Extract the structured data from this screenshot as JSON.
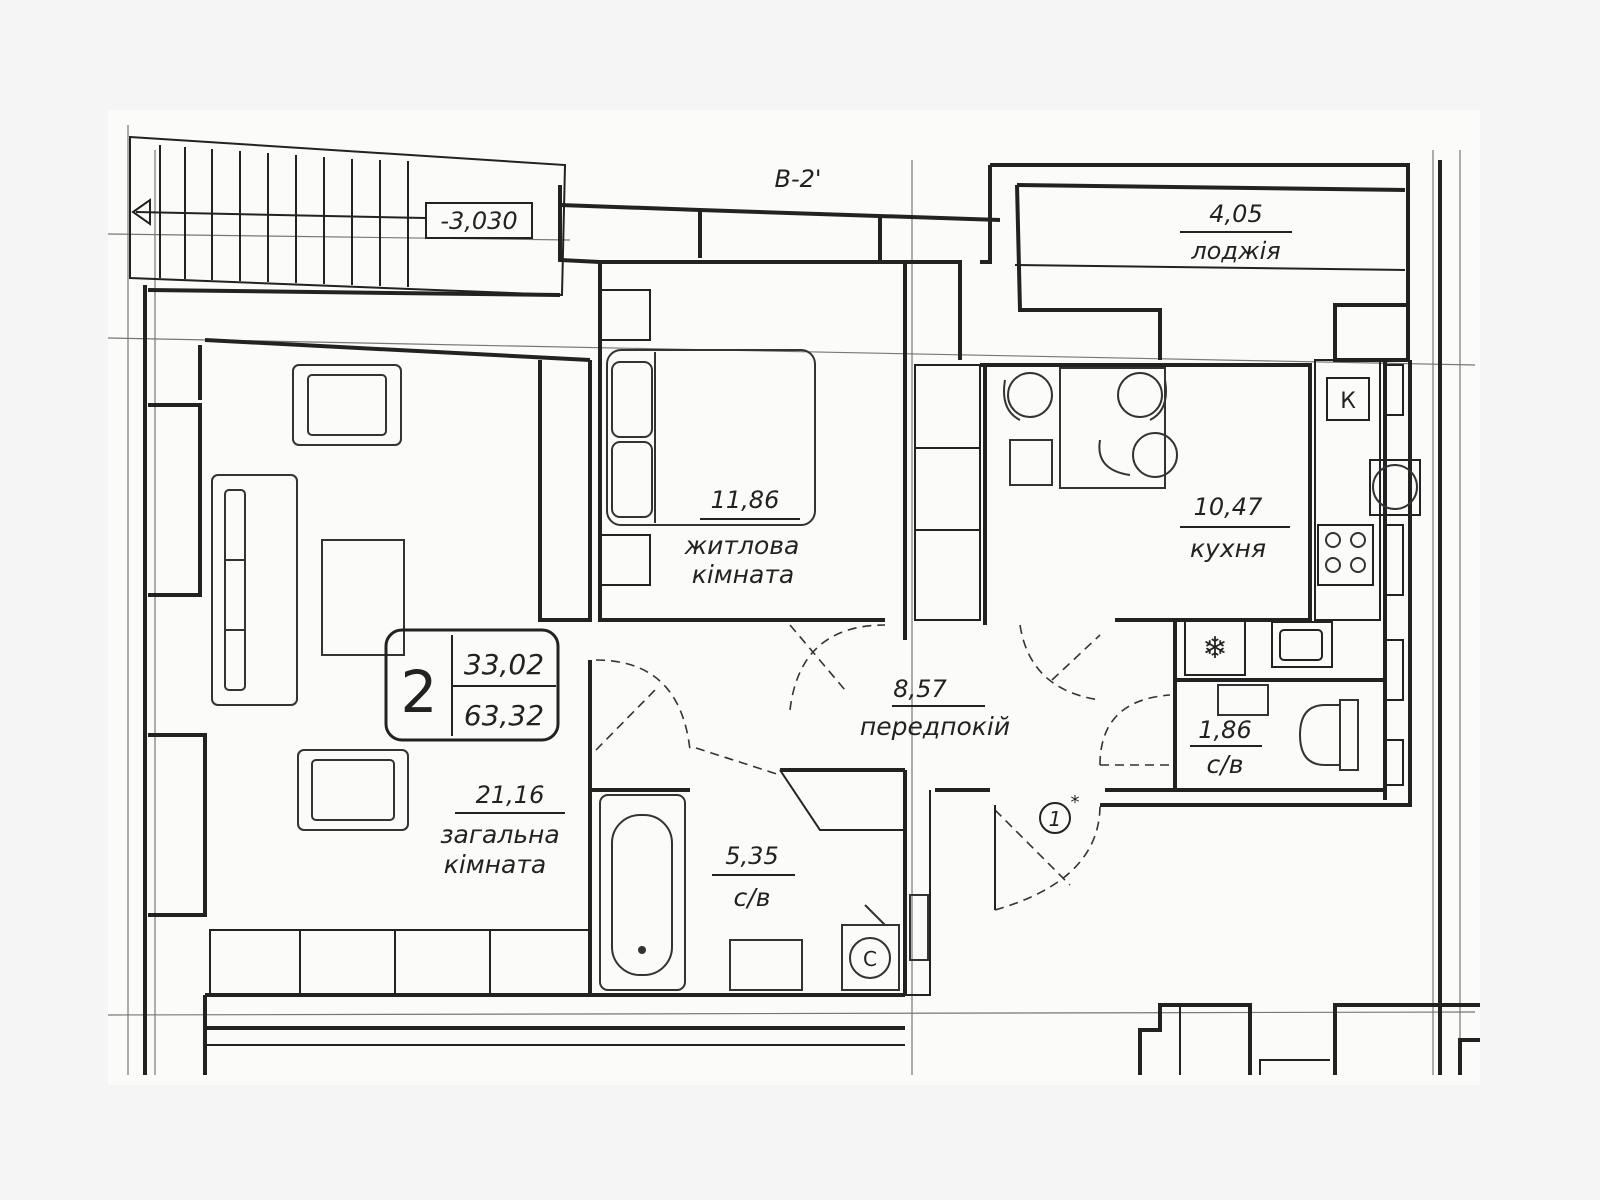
{
  "plan": {
    "axis_label": "В-2'",
    "level_mark": "-3,030",
    "door_marker": "1",
    "door_marker_star": "*"
  },
  "apartment": {
    "room_count": "2",
    "living_area": "33,02",
    "total_area": "63,32"
  },
  "rooms": {
    "loggia": {
      "area": "4,05",
      "name": "лоджія"
    },
    "bedroom": {
      "area": "11,86",
      "name_line1": "житлова",
      "name_line2": "кімната"
    },
    "kitchen": {
      "area": "10,47",
      "name": "кухня"
    },
    "hallway": {
      "area": "8,57",
      "name": "передпокій"
    },
    "living": {
      "area": "21,16",
      "name_line1": "загальна",
      "name_line2": "кімната"
    },
    "bath_main": {
      "area": "5,35",
      "name": "с/в"
    },
    "bath_small": {
      "area": "1,86",
      "name": "с/в"
    }
  },
  "icons": {
    "hood": "К"
  }
}
